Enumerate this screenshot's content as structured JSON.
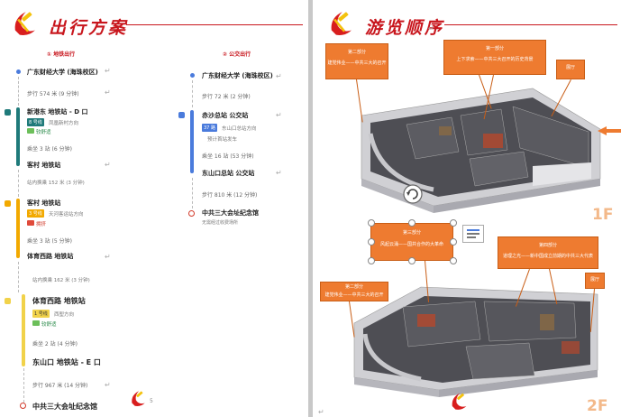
{
  "left": {
    "title": "出行方案",
    "route1": {
      "heading": "① 地铁出行",
      "start": "广东财经大学 (海珠校区)",
      "walk1": "步行 574 米 (9 分钟)",
      "station1": "新港东 地铁站 - D 口",
      "line1_badge": "8 号线",
      "line1_dir": "凤凰新村方向",
      "line1_comfort": "较舒适",
      "ride1": "乘坐 3 站 (6 分钟)",
      "station2": "客村 地铁站",
      "transfer1": "站内换乘 152 米 (3 分钟)",
      "station3": "客村 地铁站",
      "line2_badge": "3 号线",
      "line2_dir": "天河客运站方向",
      "line2_comfort": "拥挤",
      "ride2": "乘坐 3 站 (5 分钟)",
      "station4": "体育西路 地铁站",
      "transfer2": "站内换乘 162 米 (3 分钟)",
      "station5": "体育西路 地铁站",
      "line3_badge": "1 号线",
      "line3_dir": "西塱方向",
      "line3_comfort": "较舒适",
      "ride3": "乘坐 2 站 (4 分钟)",
      "station6": "东山口 地铁站 - E 口",
      "walk2": "步行 967 米 (14 分钟)",
      "end": "中共三大会址纪念馆"
    },
    "route2": {
      "heading": "② 公交出行",
      "start": "广东财经大学 (海珠校区)",
      "walk1": "步行 72 米 (2 分钟)",
      "stop1": "赤沙总站 公交站",
      "bus_badge": "37 路",
      "bus_dir": "东山口总站方向",
      "bus_note": "预计首站发车",
      "ride": "乘坐 16 站 (53 分钟)",
      "stop2": "东山口总站 公交站",
      "walk2": "步行 810 米 (12 分钟)",
      "end": "中共三大会址纪念馆",
      "end_note": "无需经过收费场所"
    },
    "page_mark": "5"
  },
  "right": {
    "title": "游览顺序",
    "boxes": {
      "b1_title": "第一部分",
      "b1_text": "上下求索——中共三大召开的历史背景",
      "b2_title": "第二部分",
      "b2_text": "建党伟业——中共三大的召开",
      "b3": "展厅",
      "b4_title": "第三部分",
      "b4_text": "风起云涌——国共合作的大革命",
      "b5_title": "第四部分",
      "b5_text": "道理之光——新中国成立前期的中共三大代表",
      "b6_title": "第二部分",
      "b6_text": "建党伟业——中共三大的召开",
      "b7": "展厅"
    },
    "floor1": "1F",
    "floor2": "2F",
    "colors": {
      "accent": "#c8161d",
      "box": "#ee7b30"
    }
  }
}
